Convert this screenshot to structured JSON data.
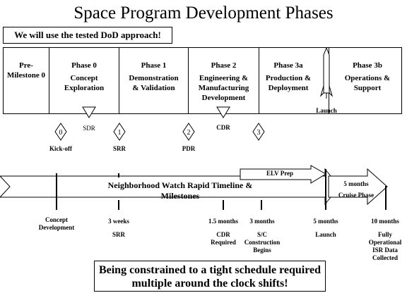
{
  "title": "Space Program Development Phases",
  "tagline": "We will use the tested DoD approach!",
  "phases": [
    {
      "name": "Pre-",
      "line2": "Milestone 0",
      "sub1": "",
      "sub2": "",
      "sub3": ""
    },
    {
      "name": "Phase 0",
      "line2": "",
      "sub1": "Concept",
      "sub2": "Exploration",
      "sub3": ""
    },
    {
      "name": "Phase 1",
      "line2": "",
      "sub1": "Demonstration",
      "sub2": "& Validation",
      "sub3": ""
    },
    {
      "name": "Phase 2",
      "line2": "",
      "sub1": "Engineering &",
      "sub2": "Manufacturing",
      "sub3": "Development"
    },
    {
      "name": "Phase 3a",
      "line2": "",
      "sub1": "Production &",
      "sub2": "Deployment",
      "sub3": ""
    },
    {
      "name": "Phase 3b",
      "line2": "",
      "sub1": "Operations &",
      "sub2": "Support",
      "sub3": ""
    }
  ],
  "reviews": {
    "sdr": "SDR",
    "cdr": "CDR",
    "launch": "Launch"
  },
  "milestones": [
    {
      "num": "0",
      "label": "Kick-off"
    },
    {
      "num": "1",
      "label": "SRR"
    },
    {
      "num": "2",
      "label": "PDR"
    },
    {
      "num": "3",
      "label": ""
    }
  ],
  "timeline": {
    "title_line1": "Neighborhood Watch Rapid Timeline &",
    "title_line2": "Milestones",
    "elv_prep": "ELV Prep",
    "cruise_duration": "5 months",
    "cruise_label": "Cruise Phase"
  },
  "timeline_marks": [
    {
      "duration": "",
      "l1": "Concept",
      "l2": "Development",
      "l3": "",
      "l4": ""
    },
    {
      "duration": "3 weeks",
      "l1": "SRR",
      "l2": "",
      "l3": "",
      "l4": ""
    },
    {
      "duration": "1.5 months",
      "l1": "CDR",
      "l2": "Required",
      "l3": "",
      "l4": ""
    },
    {
      "duration": "3 months",
      "l1": "S/C",
      "l2": "Construction",
      "l3": "Begins",
      "l4": ""
    },
    {
      "duration": "5 months",
      "l1": "Launch",
      "l2": "",
      "l3": "",
      "l4": ""
    },
    {
      "duration": "10 months",
      "l1": "Fully",
      "l2": "Operational",
      "l3": "ISR Data",
      "l4": "Collected"
    }
  ],
  "callout": {
    "line1": "Being constrained to a tight schedule required",
    "line2": "multiple around the clock shifts!"
  }
}
